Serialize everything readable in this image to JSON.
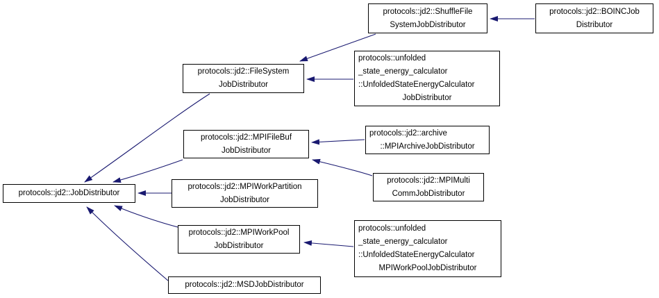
{
  "diagram": {
    "type": "class-inheritance-graph",
    "colors": {
      "arrow": "#191970",
      "node_border": "#000000",
      "node_background": "#ffffff",
      "text": "#000000",
      "page_background": "#ffffff"
    },
    "nodes": [
      {
        "id": "job-distributor",
        "lines": [
          "protocols::jd2::JobDistributor"
        ]
      },
      {
        "id": "file-system-job-distributor",
        "lines": [
          "protocols::jd2::FileSystem",
          "JobDistributor"
        ]
      },
      {
        "id": "shuffle-file-system-job-distributor",
        "lines": [
          "protocols::jd2::ShuffleFile",
          "SystemJobDistributor"
        ]
      },
      {
        "id": "boinc-job-distributor",
        "lines": [
          "protocols::jd2::BOINCJob",
          "Distributor"
        ]
      },
      {
        "id": "unfolded-state-energy-calculator-job-distributor",
        "lines": [
          "protocols::unfolded",
          "_state_energy_calculator",
          "::UnfoldedStateEnergyCalculator",
          "JobDistributor"
        ]
      },
      {
        "id": "mpi-file-buf-job-distributor",
        "lines": [
          "protocols::jd2::MPIFileBuf",
          "JobDistributor"
        ]
      },
      {
        "id": "mpi-archive-job-distributor",
        "lines": [
          "protocols::jd2::archive",
          "::MPIArchiveJobDistributor"
        ]
      },
      {
        "id": "mpi-multi-comm-job-distributor",
        "lines": [
          "protocols::jd2::MPIMulti",
          "CommJobDistributor"
        ]
      },
      {
        "id": "mpi-work-partition-job-distributor",
        "lines": [
          "protocols::jd2::MPIWorkPartition",
          "JobDistributor"
        ]
      },
      {
        "id": "mpi-work-pool-job-distributor",
        "lines": [
          "protocols::jd2::MPIWorkPool",
          "JobDistributor"
        ]
      },
      {
        "id": "unfolded-state-energy-calculator-mpi-work-pool-job-distributor",
        "lines": [
          "protocols::unfolded",
          "_state_energy_calculator",
          "::UnfoldedStateEnergyCalculator",
          "MPIWorkPoolJobDistributor"
        ]
      },
      {
        "id": "msd-job-distributor",
        "lines": [
          "protocols::jd2::MSDJobDistributor"
        ]
      }
    ],
    "edges": [
      {
        "from": "file-system-job-distributor",
        "to": "job-distributor"
      },
      {
        "from": "mpi-file-buf-job-distributor",
        "to": "job-distributor"
      },
      {
        "from": "mpi-work-partition-job-distributor",
        "to": "job-distributor"
      },
      {
        "from": "mpi-work-pool-job-distributor",
        "to": "job-distributor"
      },
      {
        "from": "msd-job-distributor",
        "to": "job-distributor"
      },
      {
        "from": "shuffle-file-system-job-distributor",
        "to": "file-system-job-distributor"
      },
      {
        "from": "unfolded-state-energy-calculator-job-distributor",
        "to": "file-system-job-distributor"
      },
      {
        "from": "boinc-job-distributor",
        "to": "shuffle-file-system-job-distributor"
      },
      {
        "from": "mpi-archive-job-distributor",
        "to": "mpi-file-buf-job-distributor"
      },
      {
        "from": "mpi-multi-comm-job-distributor",
        "to": "mpi-file-buf-job-distributor"
      },
      {
        "from": "unfolded-state-energy-calculator-mpi-work-pool-job-distributor",
        "to": "mpi-work-pool-job-distributor"
      }
    ]
  }
}
